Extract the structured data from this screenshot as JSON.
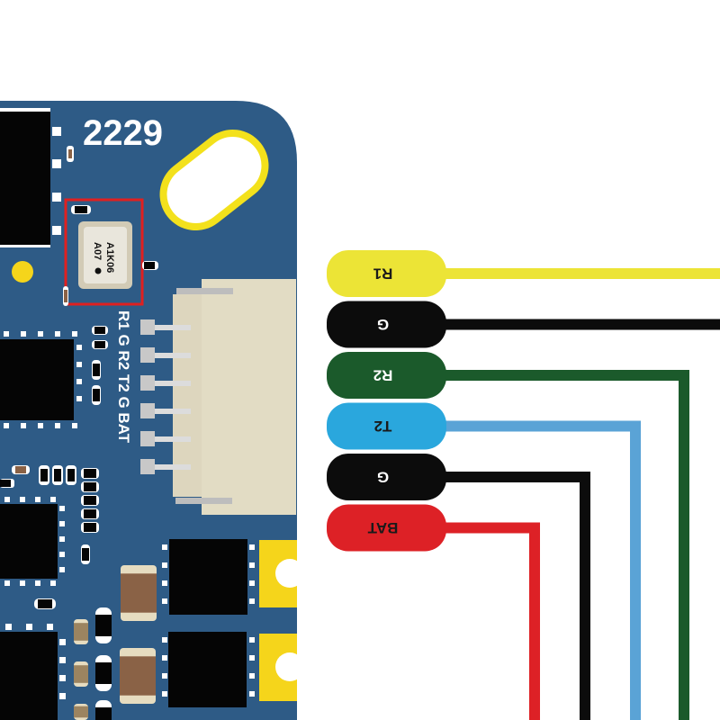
{
  "board": {
    "model_label": "2229",
    "sensor_chip_text_line1": "A1K06",
    "sensor_chip_text_line2": "A07",
    "pin_labels": [
      "R1",
      "G",
      "R2",
      "T2",
      "G",
      "BAT"
    ]
  },
  "colors": {
    "pcb": "#2e5b86",
    "pcb_edge": "#305f8c",
    "highlight_box": "#e02020",
    "connector_body": "#e2dcc4",
    "connector_shade": "#d6cfb6",
    "pin_pad": "#c8c8c8",
    "mount_hole_ring": "#f3e11c",
    "pad_yellow": "#f5d51b",
    "capacitor": "#8a6246",
    "capacitor_cap": "#e6dcc0"
  },
  "wires": [
    {
      "label": "R1",
      "color": "#ece436",
      "text_color": "#1a1a1a"
    },
    {
      "label": "G",
      "color": "#0c0c0c",
      "text_color": "#ffffff"
    },
    {
      "label": "R2",
      "color": "#1b5a2b",
      "text_color": "#ffffff"
    },
    {
      "label": "T2",
      "color": "#2aa7dd",
      "text_color": "#1a1a1a",
      "line_color": "#5aa3d6"
    },
    {
      "label": "G",
      "color": "#0c0c0c",
      "text_color": "#ffffff"
    },
    {
      "label": "BAT",
      "color": "#dd2126",
      "text_color": "#1a1a1a"
    }
  ]
}
